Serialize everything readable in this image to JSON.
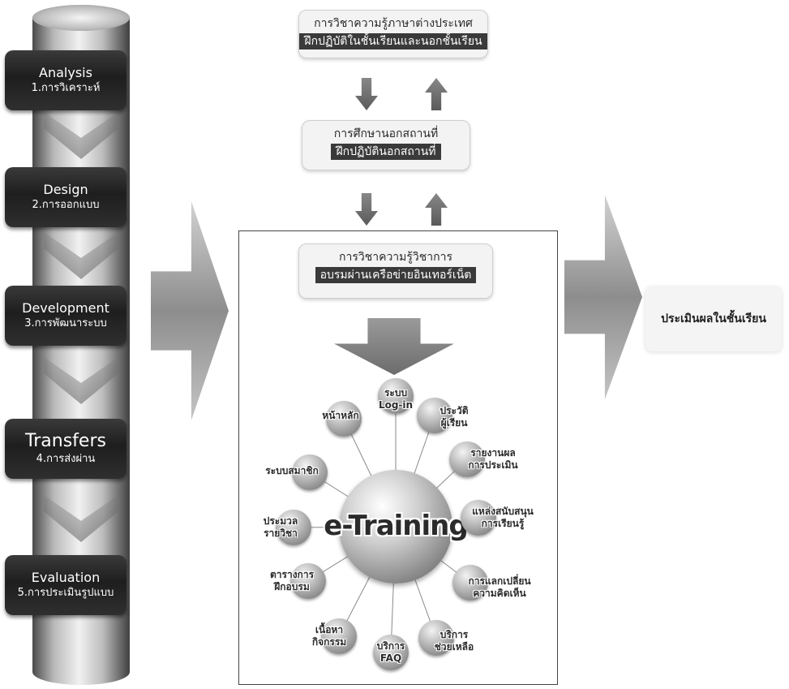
{
  "steps": [
    {
      "en": "Analysis",
      "th": "1.การวิเคราะห์"
    },
    {
      "en": "Design",
      "th": "2.การออกแบบ"
    },
    {
      "en": "Development",
      "th": "3.การพัฒนาระบบ"
    },
    {
      "en": "Transfers",
      "th": "4.การส่งผ่าน"
    },
    {
      "en": "Evaluation",
      "th": "5.การประเมินรูปแบบ"
    }
  ],
  "boxes": {
    "foreign_language": {
      "line1": "การวิชาความรู้ภาษาต่างประเทศ",
      "line2": "ฝึกปฏิบัติในชั้นเรียนและนอกชั้นเรียน"
    },
    "field_study": {
      "line1": "การศึกษานอกสถานที่",
      "line2": "ฝึกปฏิบัตินอกสถานที่"
    },
    "academic": {
      "line1": "การวิชาความรู้วิชาการ",
      "line2": "อบรมผ่านเครือข่ายอินเทอร์เน็ต"
    }
  },
  "hub": {
    "label": "e-Training"
  },
  "nodes": [
    {
      "label": "ระบบ\nLog-in"
    },
    {
      "label": "ประวัติ\nผู้เรียน"
    },
    {
      "label": "รายงานผล\nการประเมิน"
    },
    {
      "label": "แหล่งสนับสนุน\nการเรียนรู้"
    },
    {
      "label": "การแลกเปลี่ยน\nความคิดเห็น"
    },
    {
      "label": "บริการ\nช่วยเหลือ"
    },
    {
      "label": "บริการ\nFAQ"
    },
    {
      "label": "เนื้อหา\nกิจกรรม"
    },
    {
      "label": "ตารางการ\nฝึกอบรม"
    },
    {
      "label": "ประมวล\nรายวิชา"
    },
    {
      "label": "ระบบสมาชิก"
    },
    {
      "label": "หน้าหลัก"
    }
  ],
  "result": {
    "label": "ประเมินผลในชั้นเรียน"
  }
}
